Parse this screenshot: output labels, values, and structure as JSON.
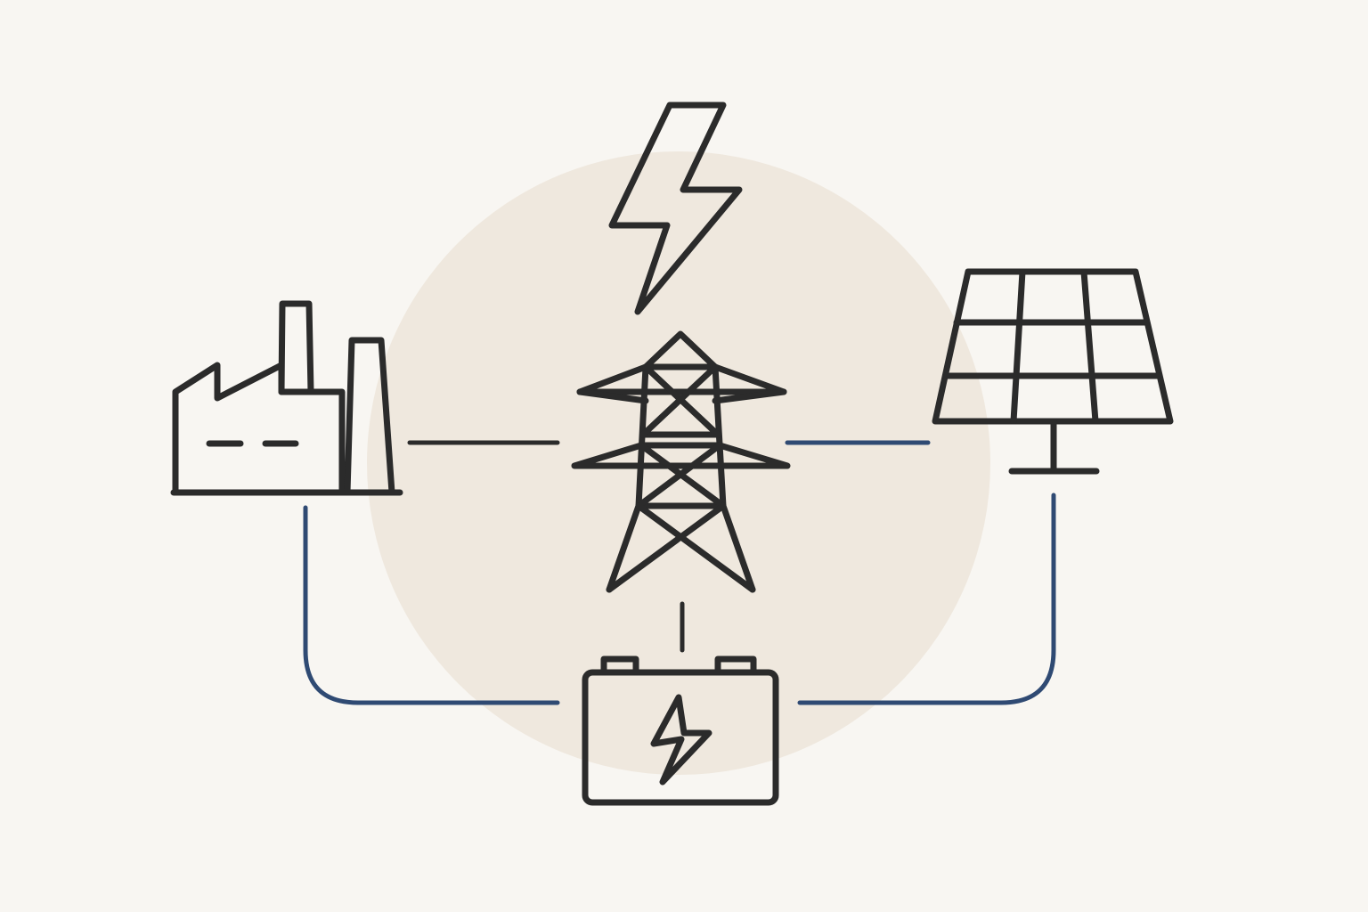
{
  "colors": {
    "background": "#f8f6f2",
    "halo": "#efe8de",
    "ink": "#2b2b2b",
    "connector_blue": "#2f4a73",
    "bolt_fill": "#fbd57c"
  },
  "diagram": {
    "nodes": [
      {
        "id": "lightning",
        "icon": "lightning-bolt-icon"
      },
      {
        "id": "factory",
        "icon": "factory-icon"
      },
      {
        "id": "transmission-tower",
        "icon": "transmission-tower-icon"
      },
      {
        "id": "solar-panel",
        "icon": "solar-panel-icon"
      },
      {
        "id": "battery",
        "icon": "battery-icon"
      }
    ],
    "edges": [
      {
        "from": "factory",
        "to": "transmission-tower",
        "color": "ink"
      },
      {
        "from": "transmission-tower",
        "to": "solar-panel",
        "color": "connector_blue"
      },
      {
        "from": "transmission-tower",
        "to": "battery",
        "color": "ink"
      },
      {
        "from": "factory",
        "to": "battery",
        "color": "connector_blue"
      },
      {
        "from": "solar-panel",
        "to": "battery",
        "color": "connector_blue"
      }
    ]
  }
}
